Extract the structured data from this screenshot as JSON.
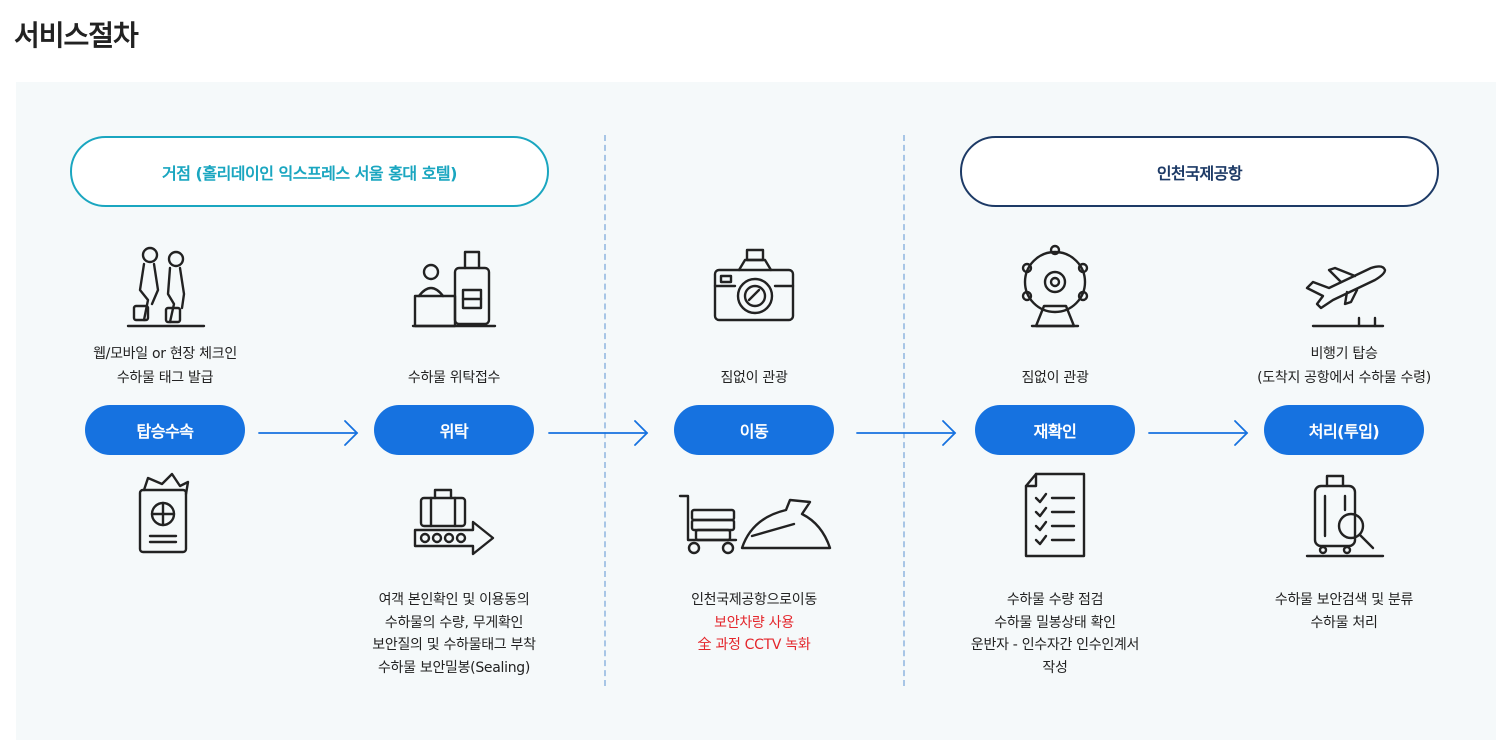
{
  "page": {
    "title": "서비스절차"
  },
  "groups": {
    "hub": "거점 (홀리데이인 익스프레스 서울 홍대 호텔)",
    "airport": "인천국제공항"
  },
  "steps": [
    {
      "button": "탑승수속",
      "top_icon": "travelers-walking-icon",
      "bottom_icon": "passport-icon",
      "top_lines": [
        "웹/모바일 or 현장 체크인",
        "수하물 태그 발급"
      ],
      "bottom_lines": [],
      "bottom_red_lines": []
    },
    {
      "button": "위탁",
      "top_icon": "luggage-counter-icon",
      "bottom_icon": "conveyor-suitcase-icon",
      "top_lines": [
        "수하물 위탁접수"
      ],
      "bottom_lines": [
        "여객 본인확인 및 이용동의",
        "수하물의 수량, 무게확인",
        "보안질의 및 수하물태그 부착",
        "수하물 보안밀봉(Sealing)"
      ],
      "bottom_red_lines": []
    },
    {
      "button": "이동",
      "top_icon": "camera-icon",
      "bottom_icon": "luggage-cart-airport-icon",
      "top_lines": [
        "짐없이 관광"
      ],
      "bottom_lines": [
        "인천국제공항으로이동"
      ],
      "bottom_red_lines": [
        "보안차량 사용",
        "全 과정 CCTV 녹화"
      ]
    },
    {
      "button": "재확인",
      "top_icon": "ferris-wheel-icon",
      "bottom_icon": "checklist-icon",
      "top_lines": [
        "짐없이 관광"
      ],
      "bottom_lines": [
        "수하물 수량 점검",
        "수하물 밀봉상태 확인",
        "운반자 - 인수자간 인수인계서",
        "작성"
      ],
      "bottom_red_lines": []
    },
    {
      "button": "처리(투입)",
      "top_icon": "airplane-takeoff-icon",
      "bottom_icon": "luggage-search-icon",
      "top_lines": [
        "비행기 탑승",
        "(도착지 공항에서 수하물 수령)"
      ],
      "bottom_lines": [
        "수하물 보안검색 및 분류",
        "수하물 처리"
      ],
      "bottom_red_lines": []
    }
  ],
  "colors": {
    "button_blue": "#1672e0",
    "hub_teal": "#1aa6c0",
    "airport_navy": "#1d3a66",
    "alert_red": "#e4262c",
    "panel_bg": "#f5f9fa"
  }
}
